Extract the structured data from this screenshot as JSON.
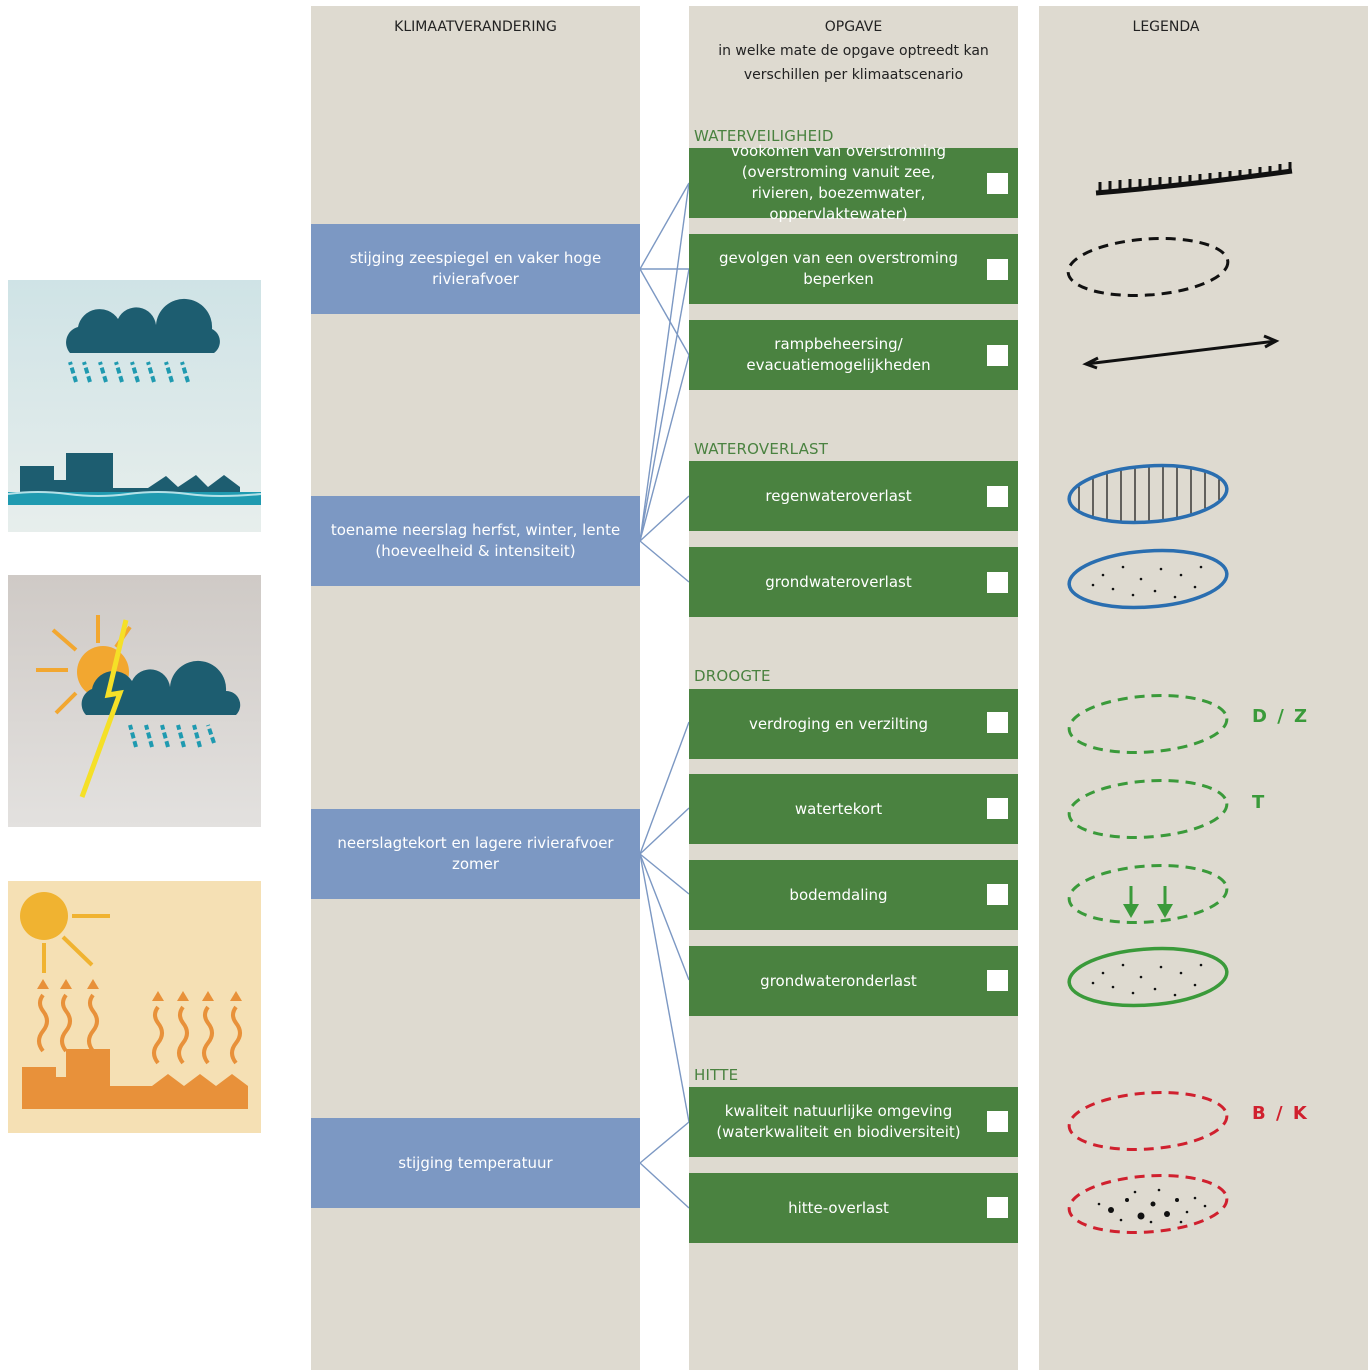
{
  "columns": {
    "klimaat": {
      "title": "KLIMAATVERANDERING"
    },
    "opgave": {
      "title": "OPGAVE",
      "subtitle_line1": "in welke mate de opgave optreedt kan",
      "subtitle_line2": "verschillen per klimaatscenario"
    },
    "legenda": {
      "title": "LEGENDA"
    }
  },
  "klimaat_items": [
    "stijging zeespiegel en vaker hoge rivierafvoer",
    "toename neerslag herfst, winter, lente (hoeveelheid & intensiteit)",
    "neerslagtekort en lagere rivierafvoer zomer",
    "stijging temperatuur"
  ],
  "categories": [
    "WATERVEILIGHEID",
    "WATEROVERLAST",
    "DROOGTE",
    "HITTE"
  ],
  "opgaven": [
    "vookomen van overstroming (overstroming vanuit zee, rivieren, boezemwater, oppervlaktewater)",
    "gevolgen van een overstroming beperken",
    "rampbeheersing/ evacuatiemogelijkheden",
    "regenwateroverlast",
    "grondwateroverlast",
    "verdroging en verzilting",
    "watertekort",
    "bodemdaling",
    "grondwateronderlast",
    "kwaliteit natuurlijke omgeving (waterkwaliteit en biodiversiteit)",
    "hitte-overlast"
  ],
  "legend_letters": {
    "dz": "D / Z",
    "t": "T",
    "bk": "B / K"
  },
  "colors": {
    "column_bg": "#dedad0",
    "klimaat_box": "#7c98c3",
    "opgave_box": "#4a8240",
    "category_text": "#4a8240",
    "connector": "#7c98c3",
    "blue_outline": "#2a6eb0",
    "green_dashed": "#3a9a3a",
    "red_dashed": "#d0202e"
  },
  "icons": [
    "rain-city-icon",
    "storm-icon",
    "heat-icon"
  ]
}
